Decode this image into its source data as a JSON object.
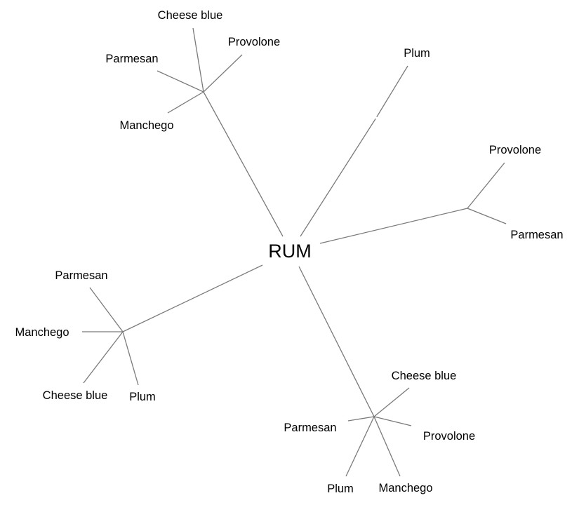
{
  "diagram": {
    "type": "unrooted-tree",
    "root": {
      "id": "root",
      "label": "RUM"
    },
    "colors": {
      "edge": "#7a7a7a",
      "text": "#000000",
      "background": "#ffffff"
    },
    "branches": [
      {
        "id": "branch-top-left",
        "children": [
          {
            "label": "Cheese blue"
          },
          {
            "label": "Provolone"
          },
          {
            "label": "Parmesan"
          },
          {
            "label": "Manchego"
          }
        ]
      },
      {
        "id": "branch-top-right",
        "children": [
          {
            "label": "Plum"
          }
        ]
      },
      {
        "id": "branch-right",
        "children": [
          {
            "label": "Provolone"
          },
          {
            "label": "Parmesan"
          }
        ]
      },
      {
        "id": "branch-left",
        "children": [
          {
            "label": "Parmesan"
          },
          {
            "label": "Manchego"
          },
          {
            "label": "Cheese blue"
          },
          {
            "label": "Plum"
          }
        ]
      },
      {
        "id": "branch-bottom",
        "children": [
          {
            "label": "Cheese blue"
          },
          {
            "label": "Provolone"
          },
          {
            "label": "Parmesan"
          },
          {
            "label": "Plum"
          },
          {
            "label": "Manchego"
          }
        ]
      }
    ]
  }
}
